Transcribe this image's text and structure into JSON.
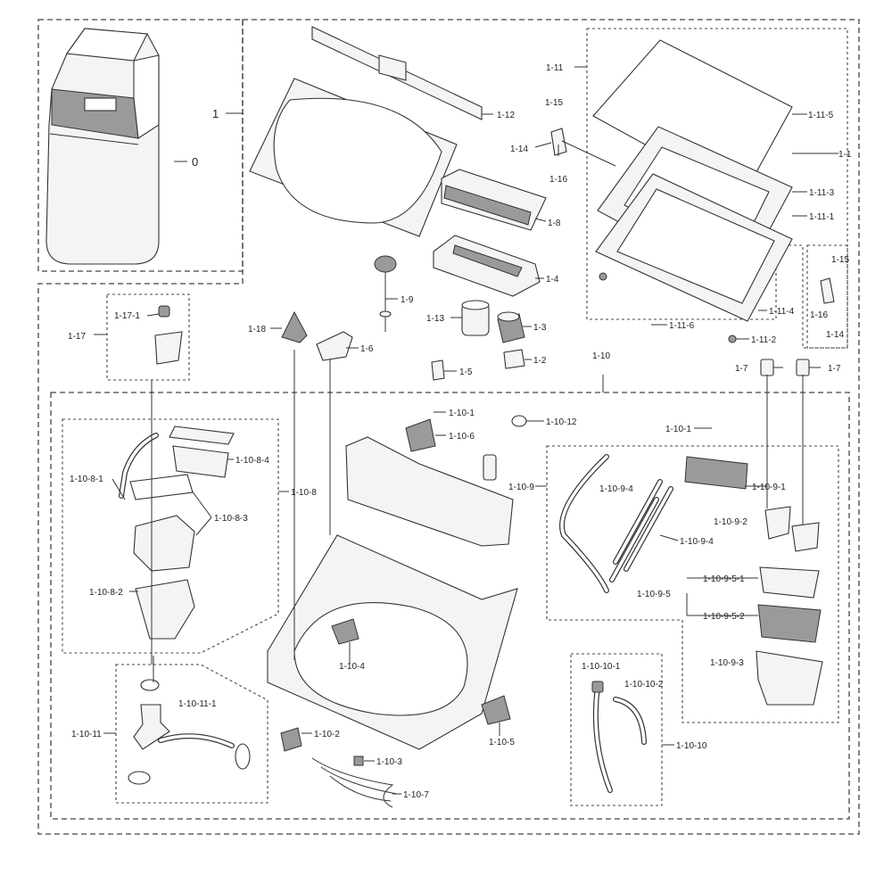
{
  "labels": {
    "l0": "0",
    "l1": "1",
    "l1_1": "1-1",
    "l1_2": "1-2",
    "l1_3": "1-3",
    "l1_4": "1-4",
    "l1_5": "1-5",
    "l1_6": "1-6",
    "l1_7a": "1-7",
    "l1_7b": "1-7",
    "l1_8": "1-8",
    "l1_9": "1-9",
    "l1_10": "1-10",
    "l1_10_1": "1-10-1",
    "l1_10_1b": "1-10-1",
    "l1_10_2": "1-10-2",
    "l1_10_3": "1-10-3",
    "l1_10_4": "1-10-4",
    "l1_10_5": "1-10-5",
    "l1_10_6": "1-10-6",
    "l1_10_7": "1-10-7",
    "l1_10_8": "1-10-8",
    "l1_10_8_1": "1-10-8-1",
    "l1_10_8_2": "1-10-8-2",
    "l1_10_8_3": "1-10-8-3",
    "l1_10_8_4": "1-10-8-4",
    "l1_10_9": "1-10-9",
    "l1_10_9_1": "1-10-9-1",
    "l1_10_9_2": "1-10-9-2",
    "l1_10_9_3": "1-10-9-3",
    "l1_10_9_4a": "1-10-9-4",
    "l1_10_9_4b": "1-10-9-4",
    "l1_10_9_5": "1-10-9-5",
    "l1_10_9_5_1": "1-10-9-5-1",
    "l1_10_9_5_2": "1-10-9-5-2",
    "l1_10_10": "1-10-10",
    "l1_10_10_1": "1-10-10-1",
    "l1_10_10_2": "1-10-10-2",
    "l1_10_11": "1-10-11",
    "l1_10_11_1": "1-10-11-1",
    "l1_10_12": "1-10-12",
    "l1_11": "1-11",
    "l1_11_1": "1-11-1",
    "l1_11_2": "1-11-2",
    "l1_11_3": "1-11-3",
    "l1_11_4": "1-11-4",
    "l1_11_5": "1-11-5",
    "l1_11_6": "1-11-6",
    "l1_12": "1-12",
    "l1_13": "1-13",
    "l1_14a": "1-14",
    "l1_14b": "1-14",
    "l1_15a": "1-15",
    "l1_15b": "1-15",
    "l1_16a": "1-16",
    "l1_16b": "1-16",
    "l1_17": "1-17",
    "l1_17_1": "1-17-1",
    "l1_18": "1-18"
  },
  "colors": {
    "line": "#333333",
    "part_fill": "#f4f4f4",
    "dark_fill": "#9a9a9a",
    "background": "#ffffff"
  }
}
